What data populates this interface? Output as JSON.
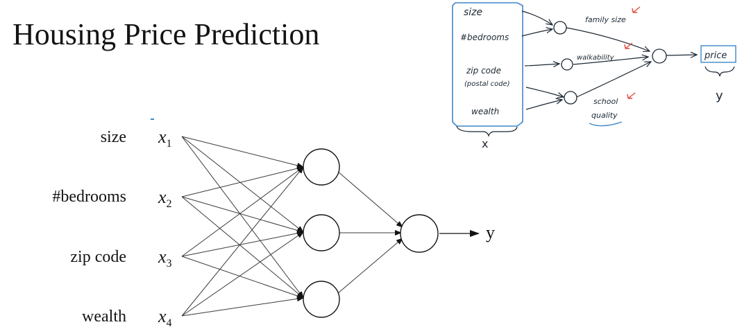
{
  "slide": {
    "title": "Housing Price Prediction"
  },
  "network": {
    "inputs": [
      {
        "feature": "size",
        "var": "x",
        "sub": "1"
      },
      {
        "feature": "#bedrooms",
        "var": "x",
        "sub": "2"
      },
      {
        "feature": "zip code",
        "var": "x",
        "sub": "3"
      },
      {
        "feature": "wealth",
        "var": "x",
        "sub": "4"
      }
    ],
    "output_label": "y"
  },
  "sketch": {
    "inputs": [
      "size",
      "#bedrooms",
      "zip code",
      "(postal code)",
      "wealth"
    ],
    "input_group_label": "x",
    "hidden_labels": [
      "family size",
      "walkability",
      "school",
      "quality"
    ],
    "output": "price",
    "output_group_label": "y",
    "colors": {
      "ink": "#1b2733",
      "box": "#3f86c8",
      "check": "#e0453a"
    }
  }
}
